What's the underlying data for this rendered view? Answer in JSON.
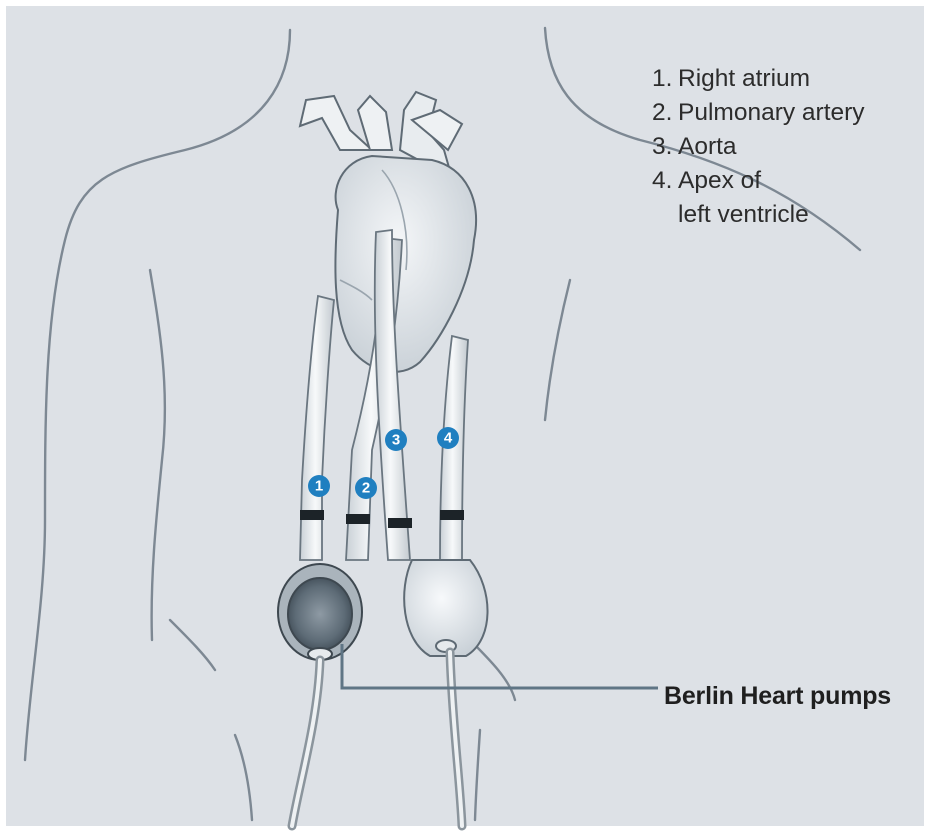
{
  "legend": {
    "items": [
      {
        "number": "1.",
        "text": "Right atrium"
      },
      {
        "number": "2.",
        "text": "Pulmonary artery"
      },
      {
        "number": "3.",
        "text": "Aorta"
      },
      {
        "number": "4.",
        "text": "Apex of",
        "text2": "left ventricle"
      }
    ]
  },
  "badges": [
    "1",
    "2",
    "3",
    "4"
  ],
  "pump_label": "Berlin Heart pumps",
  "colors": {
    "background": "#dde1e6",
    "cannula": "#f3f5f6",
    "badge": "#1f7fc0",
    "leader_line": "#5f7585",
    "body_outline": "#7d8893"
  }
}
